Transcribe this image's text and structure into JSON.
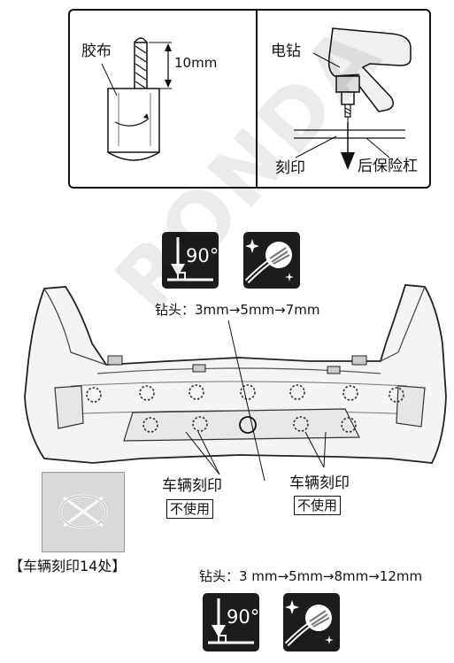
{
  "top_panel": {
    "left": {
      "tape_label": "胶布",
      "depth_label": "10mm"
    },
    "right": {
      "drill_label": "电钻",
      "mark_label": "刻印",
      "bumper_label": "后保险杠"
    }
  },
  "watermark": "RONDA",
  "upper_tools": {
    "angle": "90°",
    "drill_sequence": "钻头：3mm→5mm→7mm"
  },
  "callouts": {
    "left_title": "车辆刻印",
    "left_note": "不使用",
    "right_title": "车辆刻印",
    "right_note": "不使用"
  },
  "inset_caption": "【车辆刻印14处】",
  "lower_tools": {
    "drill_sequence": "钻头：3 mm→5mm→8mm→12mm",
    "angle": "90°"
  }
}
